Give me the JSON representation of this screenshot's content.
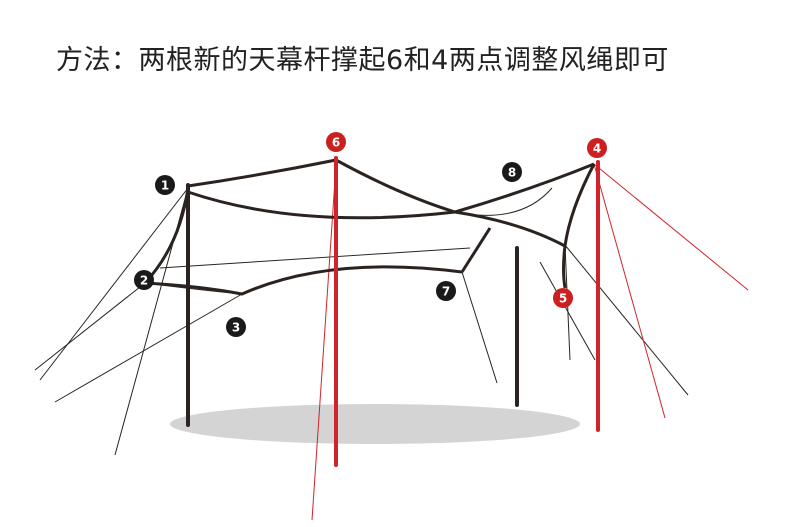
{
  "title": "方法：两根新的天幕杆撑起6和4两点调整风绳即可",
  "markers": {
    "m1": "1",
    "m2": "2",
    "m3": "3",
    "m4": "4",
    "m5": "5",
    "m6": "6",
    "m7": "7",
    "m8": "8"
  },
  "colors": {
    "black_marker": "#1a1a1a",
    "red_marker": "#cc1f1f",
    "red_pole": "#d0242a",
    "tarp_line": "#2a2320",
    "ground_shadow": "#d6d6d6"
  }
}
